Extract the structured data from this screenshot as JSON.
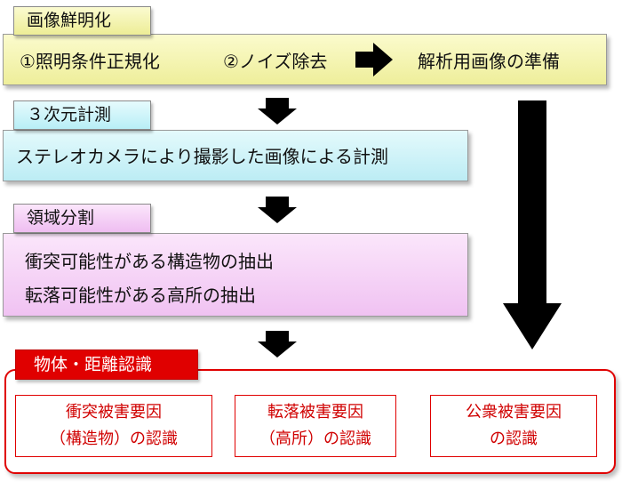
{
  "stage1": {
    "title": "画像鮮明化",
    "step1": "①照明条件正規化",
    "step2": "②ノイズ除去",
    "result": "解析用画像の準備"
  },
  "stage2": {
    "title": "３次元計測",
    "text": "ステレオカメラにより撮影した画像による計測"
  },
  "stage3": {
    "title": "領域分割",
    "line1": "衝突可能性がある構造物の抽出",
    "line2": "転落可能性がある高所の抽出"
  },
  "stage4": {
    "title": "物体・距離認識",
    "factors": [
      {
        "line1": "衝突被害要因",
        "line2": "（構造物）の認識"
      },
      {
        "line1": "転落被害要因",
        "line2": "（高所）の認識"
      },
      {
        "line1": "公衆被害要因",
        "line2": "の認識"
      }
    ]
  },
  "colors": {
    "yellow": "#eeee9a",
    "cyan": "#bcecf4",
    "pink": "#f0c2f2",
    "red": "#e00000",
    "arrow": "#000000"
  }
}
